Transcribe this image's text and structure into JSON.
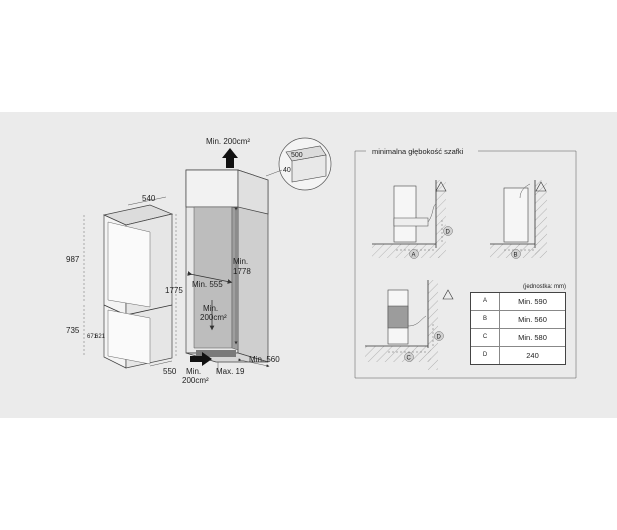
{
  "fridge": {
    "width_label": "540",
    "depth_label": "550",
    "height_label": "1775",
    "upper_label": "987",
    "lower_label": "735",
    "drawer_label_a": "671",
    "drawer_label_b": "621"
  },
  "niche": {
    "top_vent_label": "Min. 200cm²",
    "height_label_1": "Min.",
    "height_label_2": "1778",
    "width_label": "Min. 555",
    "inner_vent_label_1": "Min.",
    "inner_vent_label_2": "200cm²",
    "bottom_vent_label_1": "Min.",
    "bottom_vent_label_2": "200cm²",
    "max_label": "Max. 19",
    "depth_label": "Min. 560",
    "detail_500": "500",
    "detail_40": "40"
  },
  "depth_panel": {
    "title": "minimalna głębokość szafki",
    "tag_a": "A",
    "tag_b": "B",
    "tag_c": "C",
    "tag_d": "D",
    "table_unit": "(jednostka: mm)",
    "table_rows": [
      {
        "key": "A",
        "value": "Min. 590"
      },
      {
        "key": "B",
        "value": "Min. 560"
      },
      {
        "key": "C",
        "value": "Min. 580"
      },
      {
        "key": "D",
        "value": "240"
      }
    ]
  }
}
